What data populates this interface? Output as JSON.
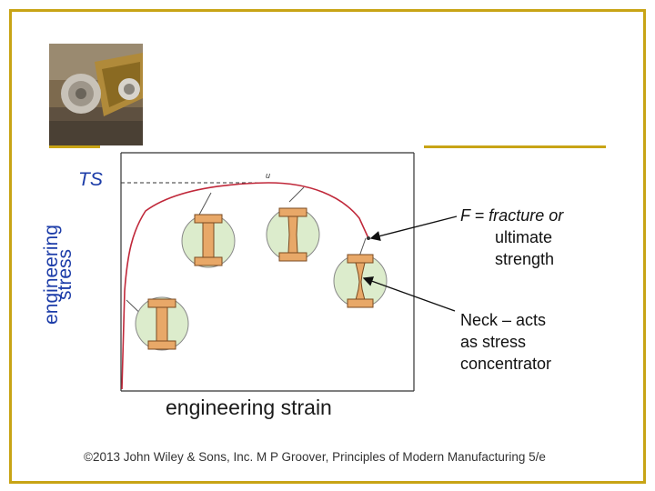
{
  "labels": {
    "ts": "TS",
    "ylabel_line1": "engineering",
    "ylabel_line2": "stress",
    "xlabel": "engineering strain",
    "fracture_line1": "F = fracture or",
    "fracture_line2": "ultimate",
    "fracture_line3": "strength",
    "neck_line1": "Neck – acts",
    "neck_line2": "as stress",
    "neck_line3": "concentrator",
    "curve_mark": "u"
  },
  "footer": "©2013 John Wiley & Sons, Inc.  M P Groover, Principles of Modern Manufacturing 5/e",
  "colors": {
    "accent": "#c8a415",
    "curve": "#c0283a",
    "label_blue": "#1c3ca8",
    "specimen_fill": "#e8a868",
    "circle_fill": "#dceccc"
  }
}
